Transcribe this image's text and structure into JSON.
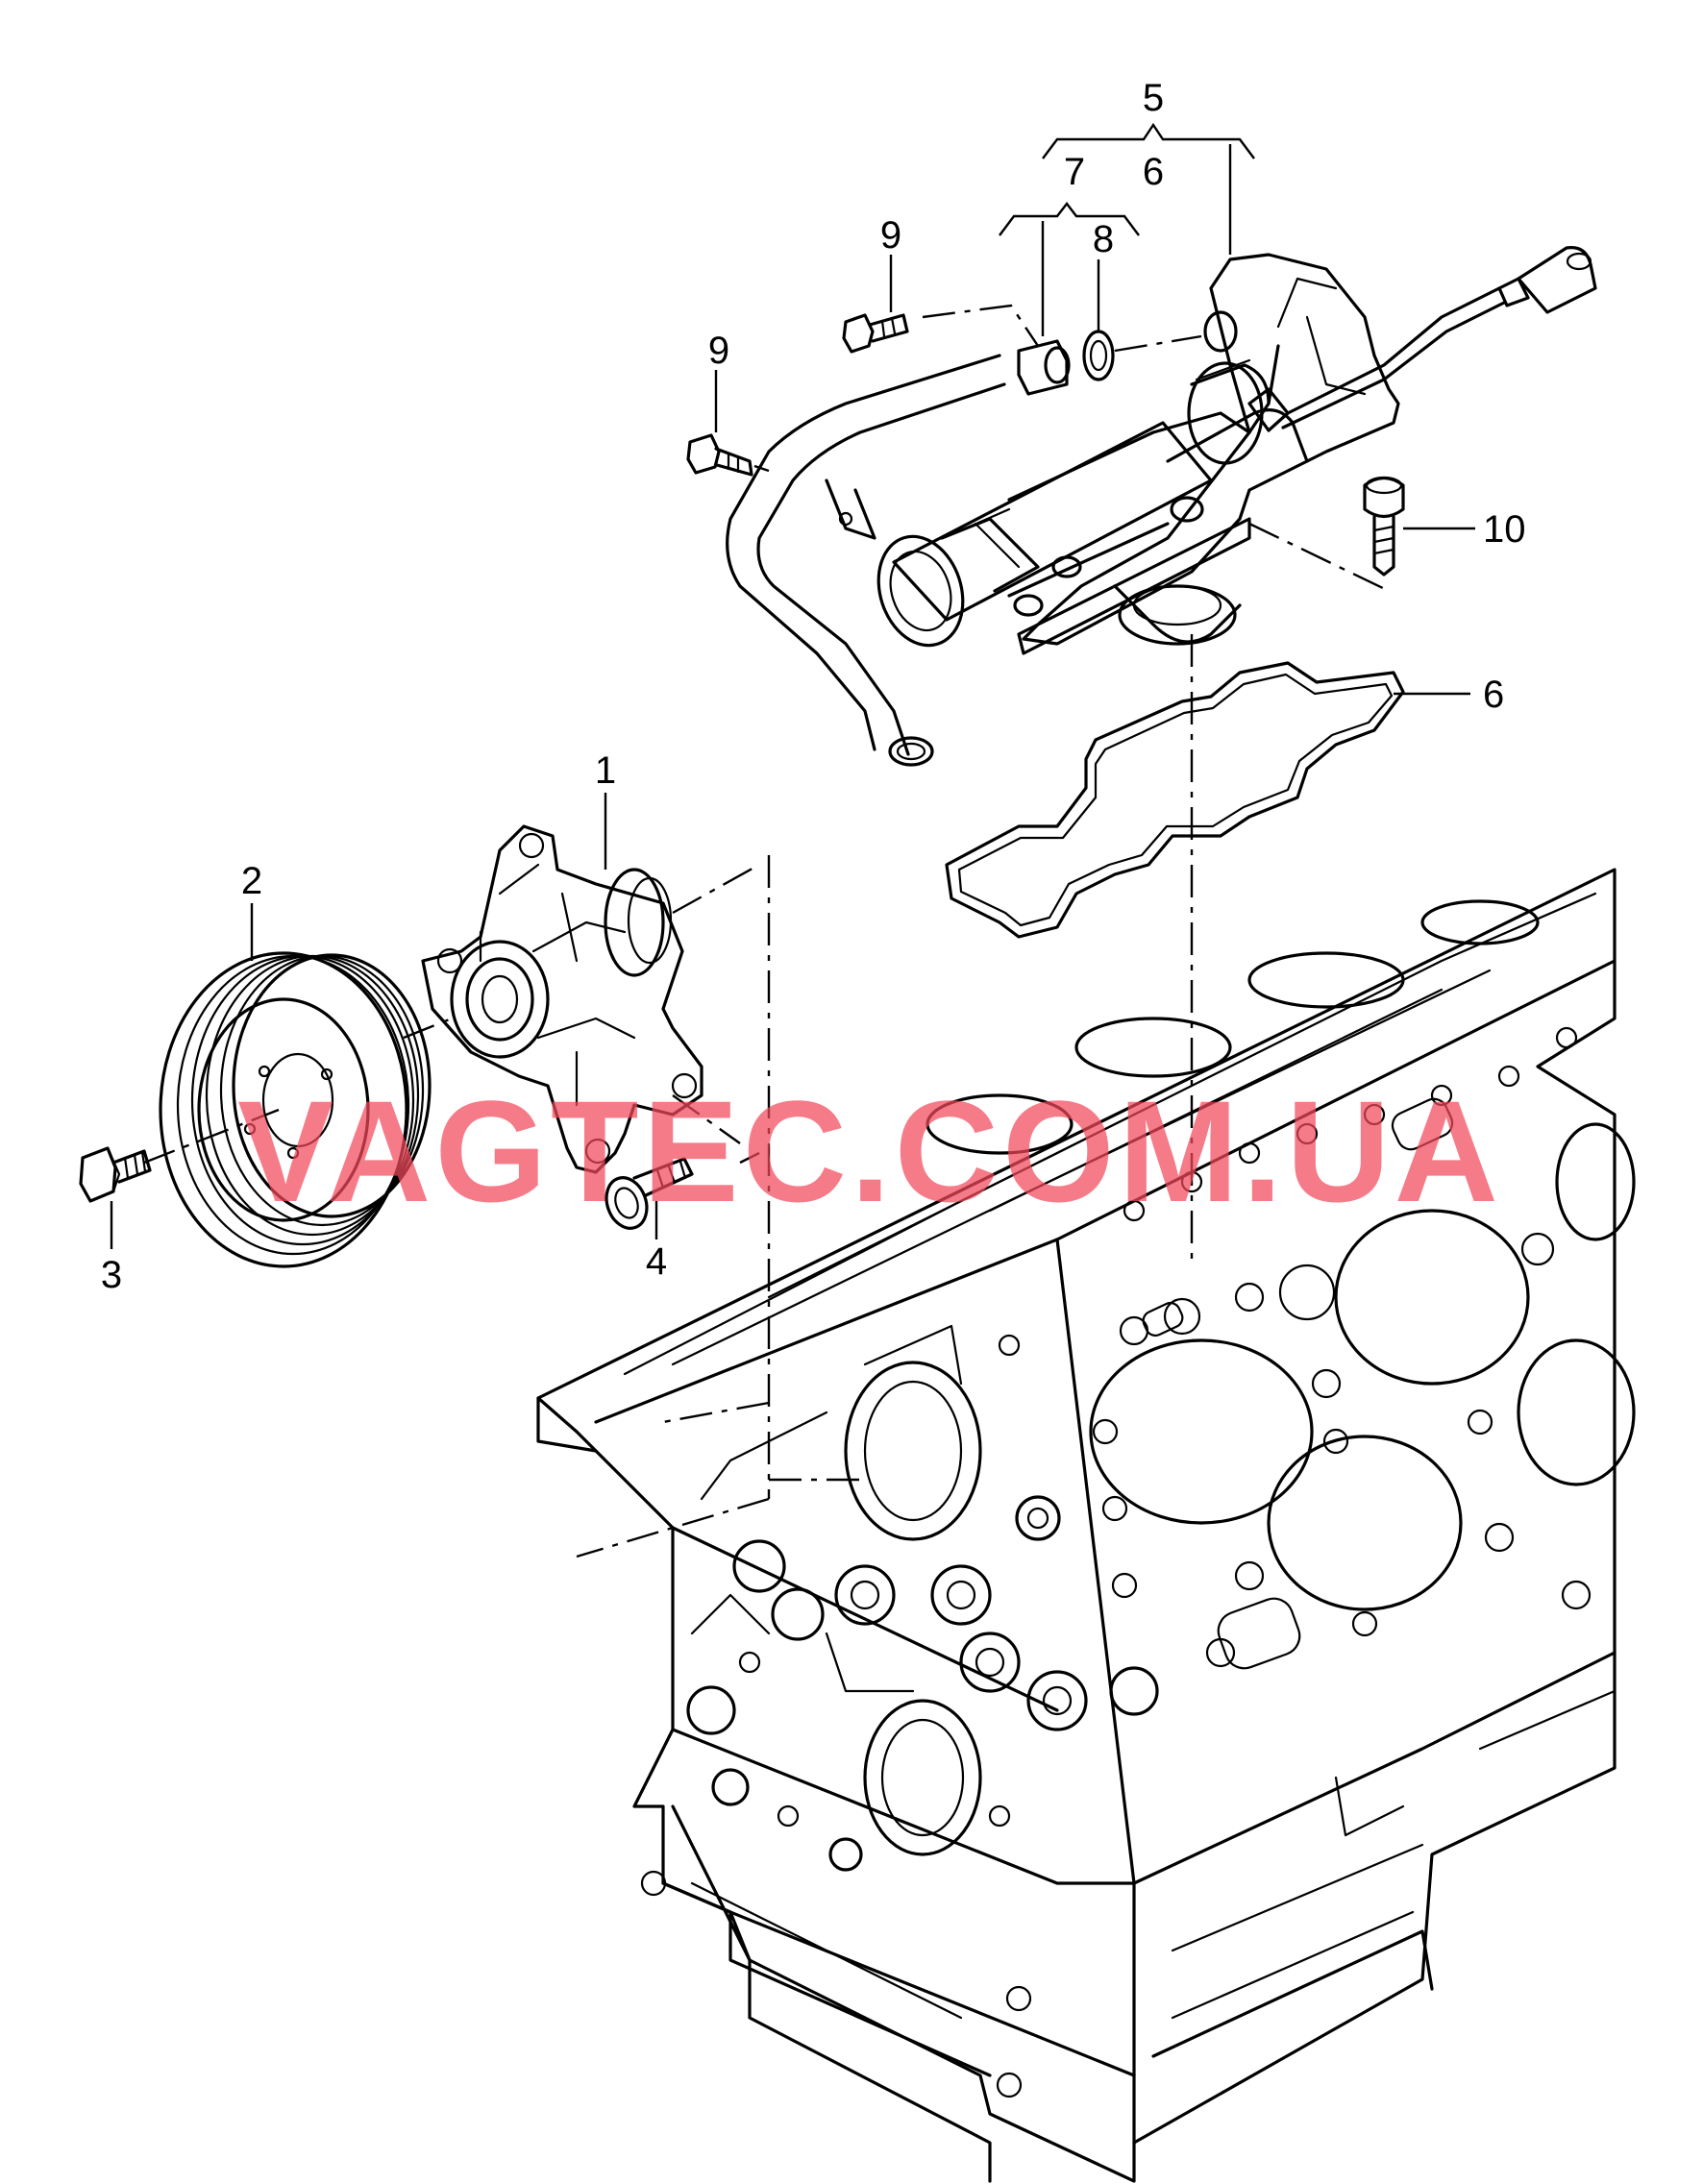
{
  "diagram": {
    "callouts": {
      "c1": "1",
      "c2": "2",
      "c3": "3",
      "c4": "4",
      "c5": "5",
      "c6a": "6",
      "c6b": "6",
      "c7": "7",
      "c8": "8",
      "c9a": "9",
      "c9b": "9",
      "c10": "10"
    },
    "watermark": "VAGTEC.COM.UA"
  }
}
